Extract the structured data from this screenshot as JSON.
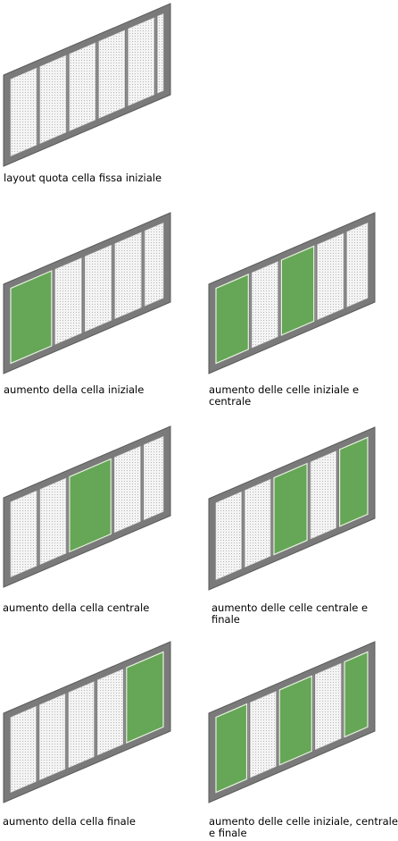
{
  "colors": {
    "frame": "#7a7a7a",
    "frame_edge": "#5a5a5a",
    "mullion": "#6e6e6e",
    "mullion_edge": "#9a9a9a",
    "glass": "#f4f4f4",
    "glass_dot": "#b8b8b8",
    "enlarged": "#66a657",
    "enlarged_edge": "#e7f2df",
    "text": "#000000"
  },
  "panels": [
    {
      "caption": "layout quota cella fissa iniziale",
      "cells": [
        {
          "w": 1,
          "enlarged": false
        },
        {
          "w": 1,
          "enlarged": false
        },
        {
          "w": 1,
          "enlarged": false
        },
        {
          "w": 1,
          "enlarged": false
        },
        {
          "w": 1,
          "enlarged": false
        },
        {
          "w": 0.22,
          "enlarged": false
        }
      ]
    },
    {
      "caption": "aumento della cella iniziale",
      "cells": [
        {
          "w": 1.55,
          "enlarged": true
        },
        {
          "w": 1,
          "enlarged": false
        },
        {
          "w": 1,
          "enlarged": false
        },
        {
          "w": 1,
          "enlarged": false
        },
        {
          "w": 0.7,
          "enlarged": false
        }
      ]
    },
    {
      "caption": "aumento delle celle iniziale e centrale",
      "cells": [
        {
          "w": 1.25,
          "enlarged": true
        },
        {
          "w": 1,
          "enlarged": false
        },
        {
          "w": 1.25,
          "enlarged": true
        },
        {
          "w": 1,
          "enlarged": false
        },
        {
          "w": 0.8,
          "enlarged": false
        }
      ]
    },
    {
      "caption": "aumento della cella centrale",
      "cells": [
        {
          "w": 1,
          "enlarged": false
        },
        {
          "w": 1,
          "enlarged": false
        },
        {
          "w": 1.6,
          "enlarged": true
        },
        {
          "w": 1,
          "enlarged": false
        },
        {
          "w": 0.75,
          "enlarged": false
        }
      ]
    },
    {
      "caption": "aumento delle celle centrale e finale",
      "cells": [
        {
          "w": 1,
          "enlarged": false
        },
        {
          "w": 1,
          "enlarged": false
        },
        {
          "w": 1.3,
          "enlarged": true
        },
        {
          "w": 1,
          "enlarged": false
        },
        {
          "w": 1.1,
          "enlarged": true
        }
      ]
    },
    {
      "caption": "aumento della cella finale",
      "cells": [
        {
          "w": 1,
          "enlarged": false
        },
        {
          "w": 1,
          "enlarged": false
        },
        {
          "w": 1,
          "enlarged": false
        },
        {
          "w": 1,
          "enlarged": false
        },
        {
          "w": 1.45,
          "enlarged": true
        }
      ]
    },
    {
      "caption": "aumento delle celle iniziale, centrale e finale",
      "cells": [
        {
          "w": 1.2,
          "enlarged": true
        },
        {
          "w": 1,
          "enlarged": false
        },
        {
          "w": 1.25,
          "enlarged": true
        },
        {
          "w": 1,
          "enlarged": false
        },
        {
          "w": 0.9,
          "enlarged": true
        }
      ]
    }
  ]
}
